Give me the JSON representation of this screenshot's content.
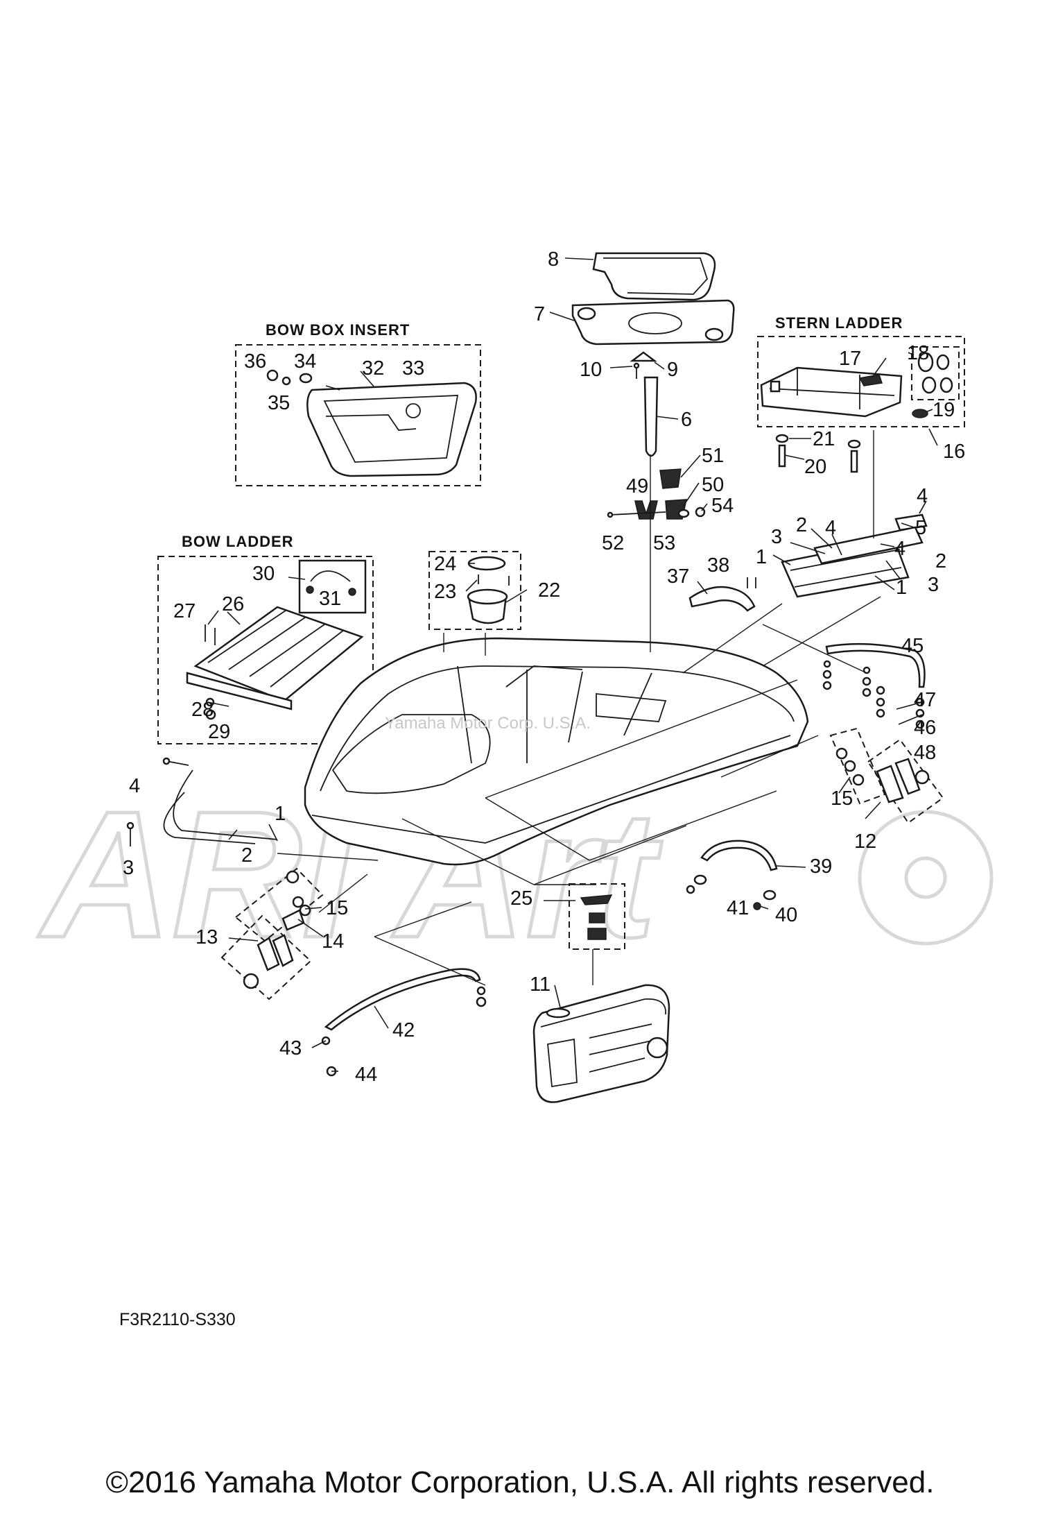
{
  "watermark": {
    "logo_text": "ARI Art",
    "overlay_text": "Yamaha Motor Corp. U.S.A."
  },
  "boxes": {
    "bow_box_insert": "BOW BOX INSERT",
    "bow_ladder": "BOW LADDER",
    "stern_ladder": "STERN LADDER"
  },
  "callouts": [
    {
      "id": "c8",
      "text": "8"
    },
    {
      "id": "c7",
      "text": "7"
    },
    {
      "id": "c10",
      "text": "10"
    },
    {
      "id": "c9",
      "text": "9"
    },
    {
      "id": "c6",
      "text": "6"
    },
    {
      "id": "c51",
      "text": "51"
    },
    {
      "id": "c49",
      "text": "49"
    },
    {
      "id": "c50",
      "text": "50"
    },
    {
      "id": "c54",
      "text": "54"
    },
    {
      "id": "c52",
      "text": "52"
    },
    {
      "id": "c53",
      "text": "53"
    },
    {
      "id": "c36",
      "text": "36"
    },
    {
      "id": "c34",
      "text": "34"
    },
    {
      "id": "c32",
      "text": "32"
    },
    {
      "id": "c33",
      "text": "33"
    },
    {
      "id": "c35",
      "text": "35"
    },
    {
      "id": "c17",
      "text": "17"
    },
    {
      "id": "c18",
      "text": "18"
    },
    {
      "id": "c19",
      "text": "19"
    },
    {
      "id": "c21",
      "text": "21"
    },
    {
      "id": "c20",
      "text": "20"
    },
    {
      "id": "c16",
      "text": "16"
    },
    {
      "id": "c4a",
      "text": "4"
    },
    {
      "id": "c5",
      "text": "5"
    },
    {
      "id": "c3a",
      "text": "3"
    },
    {
      "id": "c2a",
      "text": "2"
    },
    {
      "id": "c4b",
      "text": "4"
    },
    {
      "id": "c1a",
      "text": "1"
    },
    {
      "id": "c4c",
      "text": "4"
    },
    {
      "id": "c2b",
      "text": "2"
    },
    {
      "id": "c3b",
      "text": "3"
    },
    {
      "id": "c1b",
      "text": "1"
    },
    {
      "id": "c24",
      "text": "24"
    },
    {
      "id": "c23",
      "text": "23"
    },
    {
      "id": "c22",
      "text": "22"
    },
    {
      "id": "c30",
      "text": "30"
    },
    {
      "id": "c31",
      "text": "31"
    },
    {
      "id": "c27",
      "text": "27"
    },
    {
      "id": "c26",
      "text": "26"
    },
    {
      "id": "c28",
      "text": "28"
    },
    {
      "id": "c29",
      "text": "29"
    },
    {
      "id": "c37",
      "text": "37"
    },
    {
      "id": "c38",
      "text": "38"
    },
    {
      "id": "c45",
      "text": "45"
    },
    {
      "id": "c47",
      "text": "47"
    },
    {
      "id": "c46",
      "text": "46"
    },
    {
      "id": "c48",
      "text": "48"
    },
    {
      "id": "c15a",
      "text": "15"
    },
    {
      "id": "c12",
      "text": "12"
    },
    {
      "id": "c4d",
      "text": "4"
    },
    {
      "id": "c1c",
      "text": "1"
    },
    {
      "id": "c3c",
      "text": "3"
    },
    {
      "id": "c2c",
      "text": "2"
    },
    {
      "id": "c39",
      "text": "39"
    },
    {
      "id": "c41",
      "text": "41"
    },
    {
      "id": "c40",
      "text": "40"
    },
    {
      "id": "c25",
      "text": "25"
    },
    {
      "id": "c15b",
      "text": "15"
    },
    {
      "id": "c13",
      "text": "13"
    },
    {
      "id": "c14",
      "text": "14"
    },
    {
      "id": "c11",
      "text": "11"
    },
    {
      "id": "c42",
      "text": "42"
    },
    {
      "id": "c43",
      "text": "43"
    },
    {
      "id": "c44",
      "text": "44"
    }
  ],
  "diagram_code": "F3R2110-S330",
  "copyright": "©2016 Yamaha Motor Corporation, U.S.A. All rights reserved."
}
